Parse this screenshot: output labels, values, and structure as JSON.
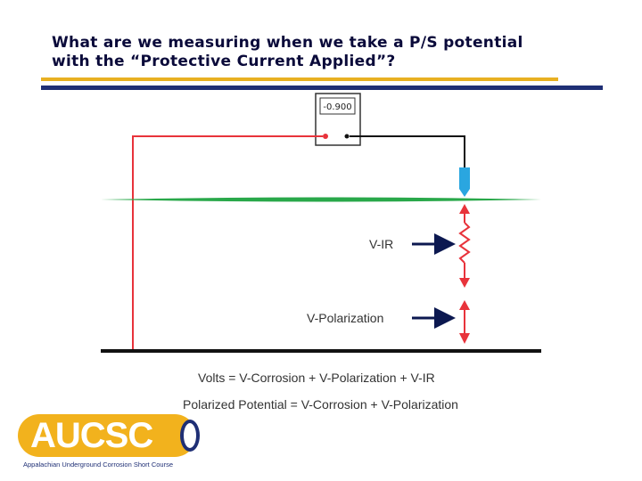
{
  "slide": {
    "title_line1": "What are we measuring when we take a P/S potential",
    "title_line2": "with the “Protective Current Applied”?"
  },
  "diagram": {
    "meter_reading": "-0.900",
    "label_vir": "V-IR",
    "label_vpolarization": "V-Polarization",
    "colors": {
      "red_lead": "#e8333b",
      "black_lead": "#111111",
      "soil_line": "#29a84a",
      "probe": "#2aa6e0",
      "arrow": "#0c1850"
    }
  },
  "equations": {
    "volts": "Volts = V-Corrosion + V-Polarization + V-IR",
    "polarized": "Polarized Potential = V-Corrosion + V-Polarization"
  },
  "logo": {
    "text": "AUCSC",
    "caption": "Appalachian Underground Corrosion Short Course"
  }
}
